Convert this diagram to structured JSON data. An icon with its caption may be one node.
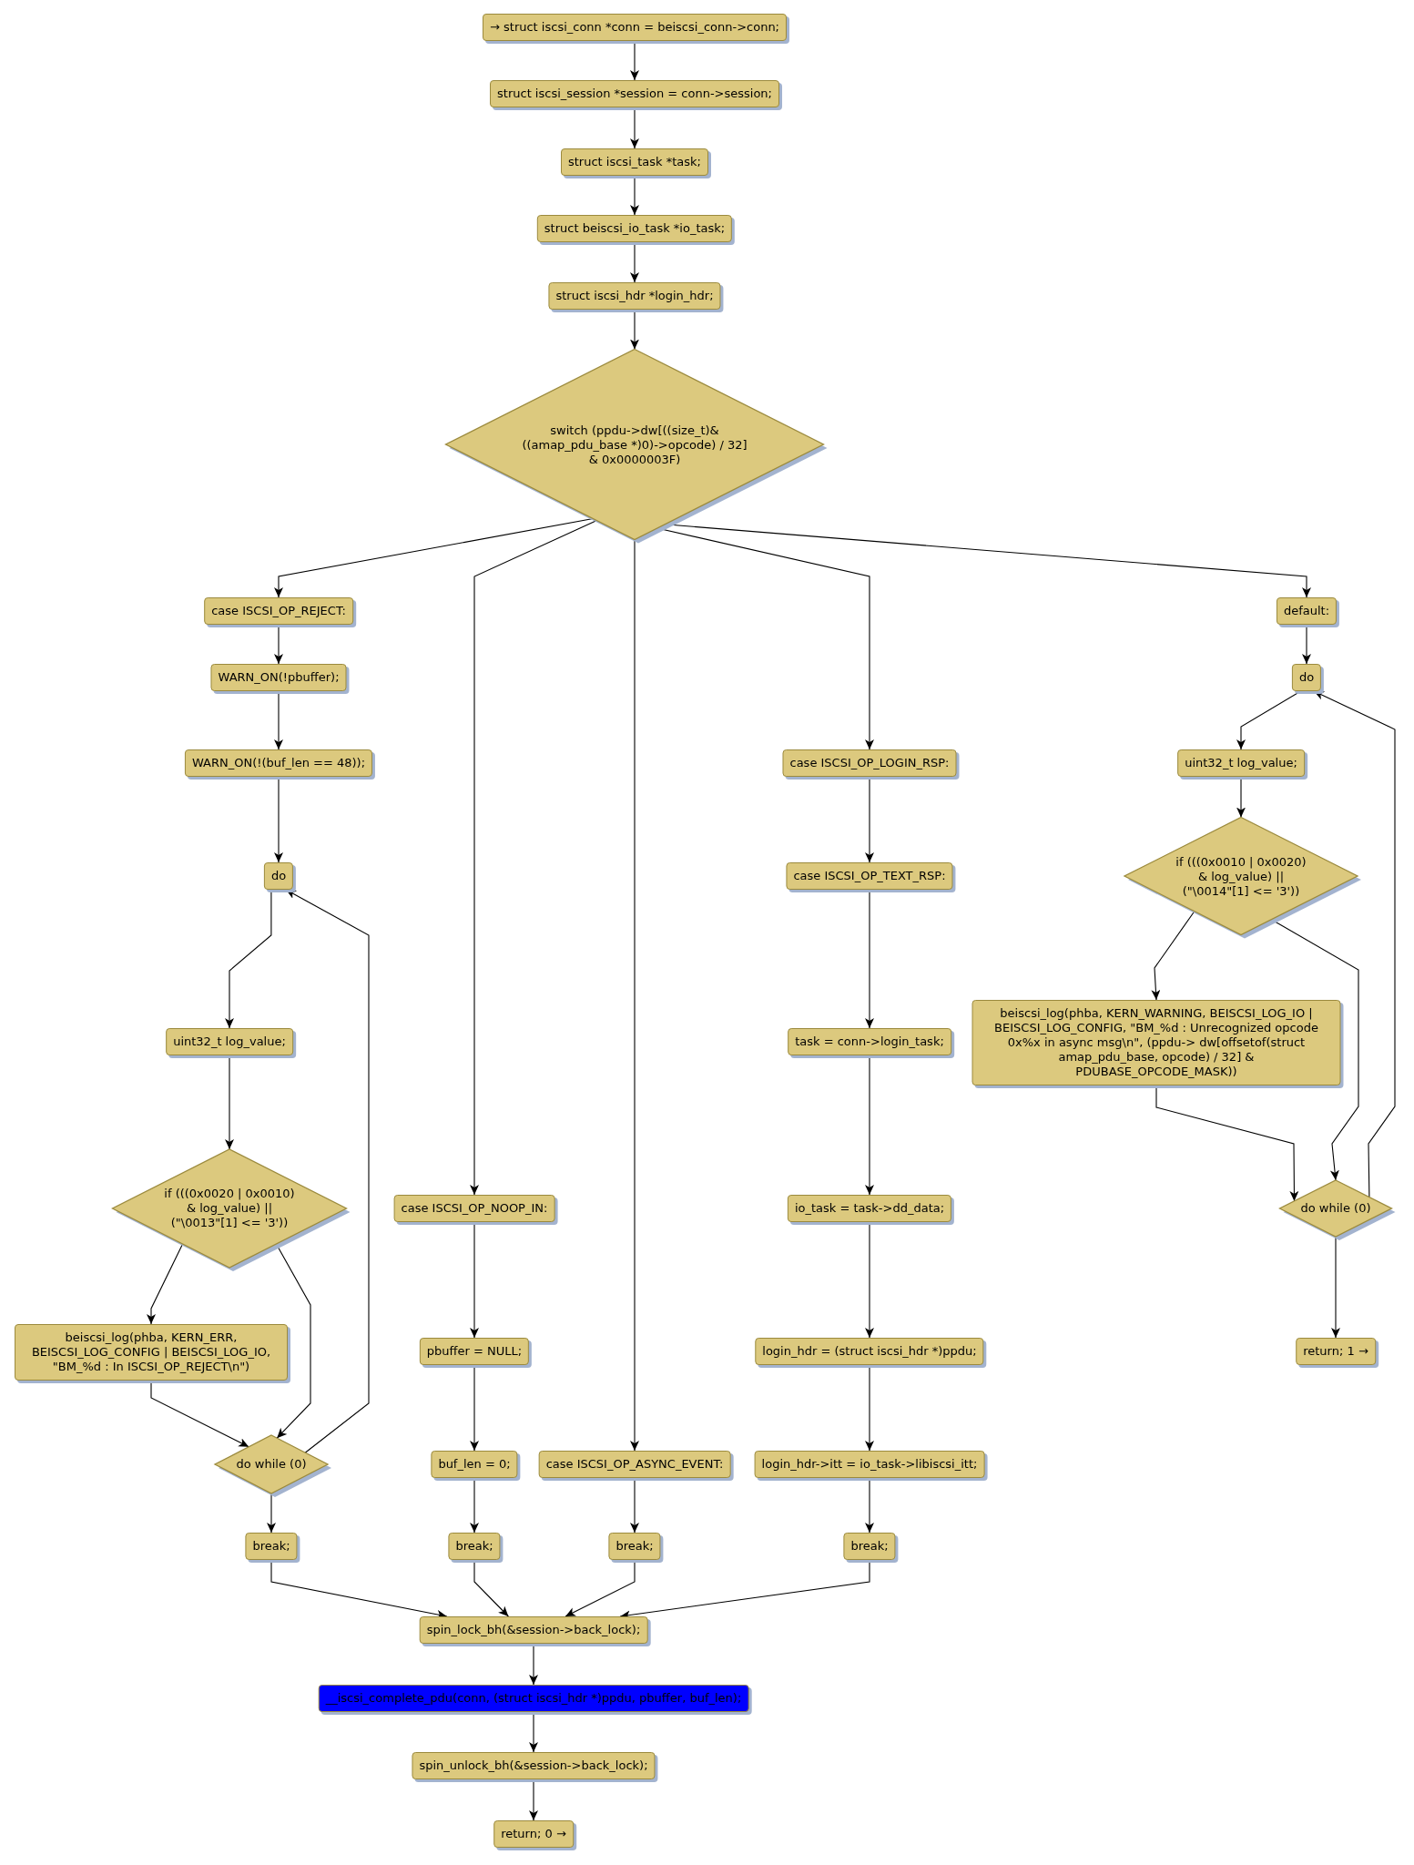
{
  "diagram": {
    "nodes": [
      {
        "text": [
          "→ struct iscsi_conn *conn = beiscsi_conn->conn;"
        ]
      },
      {
        "text": [
          "struct iscsi_session *session = conn->session;"
        ]
      },
      {
        "text": [
          "struct iscsi_task *task;"
        ]
      },
      {
        "text": [
          "struct beiscsi_io_task *io_task;"
        ]
      },
      {
        "text": [
          "struct iscsi_hdr *login_hdr;"
        ]
      },
      {
        "text": [
          "switch (ppdu->dw[((size_t)&((amap_pdu_base *)0)->opcode) / 32] & 0x0000003F)"
        ]
      },
      {
        "text": [
          "case ISCSI_OP_REJECT:"
        ]
      },
      {
        "text": [
          "WARN_ON(!pbuffer);"
        ]
      },
      {
        "text": [
          "WARN_ON(!(buf_len == 48));"
        ]
      },
      {
        "text": [
          "do"
        ]
      },
      {
        "text": [
          "uint32_t log_value;"
        ]
      },
      {
        "text": [
          "if (((0x0020 | 0x0010) & log_value) || (\"\\0013\"[1] <= '3'))"
        ]
      },
      {
        "text": [
          "beiscsi_log(phba, KERN_ERR, BEISCSI_LOG_CONFIG | BEISCSI_LOG_IO, \"BM_%d : In ISCSI_OP_REJECT\\n\")"
        ]
      },
      {
        "text": [
          "do while (0)"
        ]
      },
      {
        "text": [
          "break;"
        ]
      },
      {
        "text": [
          "case ISCSI_OP_NOOP_IN:"
        ]
      },
      {
        "text": [
          "pbuffer = NULL;"
        ]
      },
      {
        "text": [
          "buf_len = 0;"
        ]
      },
      {
        "text": [
          "break;"
        ]
      },
      {
        "text": [
          "case ISCSI_OP_ASYNC_EVENT:"
        ]
      },
      {
        "text": [
          "break;"
        ]
      },
      {
        "text": [
          "case ISCSI_OP_LOGIN_RSP:"
        ]
      },
      {
        "text": [
          "case ISCSI_OP_TEXT_RSP:"
        ]
      },
      {
        "text": [
          "task = conn->login_task;"
        ]
      },
      {
        "text": [
          "io_task = task->dd_data;"
        ]
      },
      {
        "text": [
          "login_hdr = (struct iscsi_hdr *)ppdu;"
        ]
      },
      {
        "text": [
          "login_hdr->itt = io_task->libiscsi_itt;"
        ]
      },
      {
        "text": [
          "break;"
        ]
      },
      {
        "text": [
          "default:"
        ]
      },
      {
        "text": [
          "do"
        ]
      },
      {
        "text": [
          "uint32_t log_value;"
        ]
      },
      {
        "text": [
          "if (((0x0010 | 0x0020) & log_value) || (\"\\0014\"[1] <= '3'))"
        ]
      },
      {
        "text": [
          "beiscsi_log(phba, KERN_WARNING, BEISCSI_LOG_IO | BEISCSI_LOG_CONFIG, \"BM_%d : Unrecognized opcode 0x%x in async msg\\n\", (ppdu-> dw[offsetof(struct amap_pdu_base, opcode) / 32] & PDUBASE_OPCODE_MASK))"
        ]
      },
      {
        "text": [
          "do while (0)"
        ]
      },
      {
        "text": [
          "return; 1 →"
        ]
      },
      {
        "text": [
          "spin_lock_bh(&session->back_lock);"
        ]
      },
      {
        "text": [
          "__iscsi_complete_pdu(conn, (struct iscsi_hdr *)ppdu, pbuffer, buf_len);"
        ]
      },
      {
        "text": [
          "spin_unlock_bh(&session->back_lock);"
        ]
      },
      {
        "text": [
          "return; 0 →"
        ]
      }
    ],
    "edges": [
      {
        "from": 0,
        "to": 1,
        "arrow": "to"
      },
      {
        "from": 1,
        "to": 2,
        "arrow": "to"
      },
      {
        "from": 2,
        "to": 3,
        "arrow": "to"
      },
      {
        "from": 3,
        "to": 4,
        "arrow": "to"
      },
      {
        "from": 4,
        "to": 5,
        "arrow": "to"
      },
      {
        "from": 5,
        "to": 6,
        "arrow": "to"
      },
      {
        "from": 5,
        "to": 15,
        "arrow": "to"
      },
      {
        "from": 5,
        "to": 19,
        "arrow": "to"
      },
      {
        "from": 5,
        "to": 21,
        "arrow": "to"
      },
      {
        "from": 5,
        "to": 28,
        "arrow": "to"
      },
      {
        "from": 6,
        "to": 7,
        "arrow": "to"
      },
      {
        "from": 7,
        "to": 8,
        "arrow": "to"
      },
      {
        "from": 8,
        "to": 9,
        "arrow": "to"
      },
      {
        "from": 9,
        "to": 10,
        "arrow": "to"
      },
      {
        "from": 10,
        "to": 11,
        "arrow": "to"
      },
      {
        "from": 11,
        "to": 12,
        "arrow": "to"
      },
      {
        "from": 11,
        "to": 13,
        "arrow": "to"
      },
      {
        "from": 12,
        "to": 13,
        "arrow": "to"
      },
      {
        "from": 13,
        "to": 9,
        "arrow": "to"
      },
      {
        "from": 13,
        "to": 14,
        "arrow": "to"
      },
      {
        "from": 14,
        "to": 35,
        "arrow": "to"
      },
      {
        "from": 15,
        "to": 16,
        "arrow": "to"
      },
      {
        "from": 16,
        "to": 17,
        "arrow": "to"
      },
      {
        "from": 17,
        "to": 18,
        "arrow": "to"
      },
      {
        "from": 18,
        "to": 35,
        "arrow": "to"
      },
      {
        "from": 19,
        "to": 20,
        "arrow": "to"
      },
      {
        "from": 20,
        "to": 35,
        "arrow": "to"
      },
      {
        "from": 21,
        "to": 22,
        "arrow": "to"
      },
      {
        "from": 22,
        "to": 23,
        "arrow": "to"
      },
      {
        "from": 23,
        "to": 24,
        "arrow": "to"
      },
      {
        "from": 24,
        "to": 25,
        "arrow": "to"
      },
      {
        "from": 25,
        "to": 26,
        "arrow": "to"
      },
      {
        "from": 26,
        "to": 27,
        "arrow": "to"
      },
      {
        "from": 27,
        "to": 35,
        "arrow": "to"
      },
      {
        "from": 28,
        "to": 29,
        "arrow": "to"
      },
      {
        "from": 29,
        "to": 30,
        "arrow": "to"
      },
      {
        "from": 30,
        "to": 31,
        "arrow": "to"
      },
      {
        "from": 31,
        "to": 32,
        "arrow": "to"
      },
      {
        "from": 31,
        "to": 33,
        "arrow": "to"
      },
      {
        "from": 32,
        "to": 33,
        "arrow": "to"
      },
      {
        "from": 33,
        "to": 29,
        "arrow": "to"
      },
      {
        "from": 33,
        "to": 34,
        "arrow": "to"
      },
      {
        "from": 35,
        "to": 36,
        "arrow": "to"
      },
      {
        "from": 36,
        "to": 37,
        "arrow": "to"
      },
      {
        "from": 37,
        "to": 38,
        "arrow": "to"
      }
    ]
  }
}
